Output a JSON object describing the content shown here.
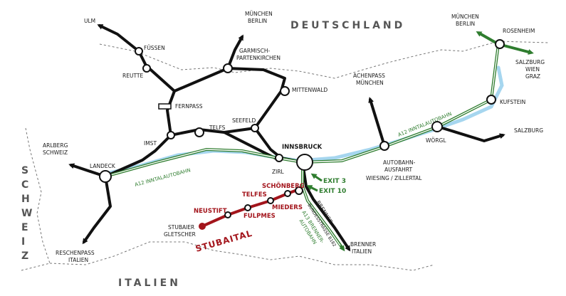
{
  "countries": {
    "north": "DEUTSCHLAND",
    "west": "SCHWEIZ",
    "south": "ITALIEN"
  },
  "cities": {
    "ulm": "ULM",
    "fuessen": "FÜSSEN",
    "reutte": "REUTTE",
    "muenchen_berlin_nw_1": "MÜNCHEN",
    "muenchen_berlin_nw_2": "BERLIN",
    "garmisch_1": "GARMISCH-",
    "garmisch_2": "PARTENKIRCHEN",
    "mittenwald": "MITTENWALD",
    "fernpass": "FERNPASS",
    "seefeld": "SEEFELD",
    "telfs": "TELFS",
    "imst": "IMST",
    "landeck": "LANDECK",
    "arlberg_1": "ARLBERG",
    "arlberg_2": "SCHWEIZ",
    "reschenpass_1": "RESCHENPASS",
    "reschenpass_2": "ITALIEN",
    "zirl": "ZIRL",
    "innsbruck": "INNSBRUCK",
    "achenpass_1": "ACHENPASS",
    "achenpass_2": "MÜNCHEN",
    "autobahn_1": "AUTOBAHN-",
    "autobahn_2": "AUSFAHRT",
    "autobahn_3": "WIESING / ZILLERTAL",
    "woergl": "WÖRGL",
    "kufstein": "KUFSTEIN",
    "salzburg": "SALZBURG",
    "rosenheim": "ROSENHEIM",
    "muenchen_berlin_ne_1": "MÜNCHEN",
    "muenchen_berlin_ne_2": "BERLIN",
    "salzburg_wien_graz_1": "SALZBURG",
    "salzburg_wien_graz_2": "WIEN",
    "salzburg_wien_graz_3": "GRAZ",
    "brenner_1": "BRENNER",
    "brenner_2": "ITALIEN",
    "stubaier_1": "STUBAIER",
    "stubaier_2": "GLETSCHER"
  },
  "stubaital": {
    "neustift": "NEUSTIFT",
    "fulpmes": "FULPMES",
    "mieders": "MIEDERS",
    "telfes": "TELFES",
    "schoenberg": "SCHÖNBERG",
    "valley": "STUBAITAL"
  },
  "highways": {
    "a12_west": "A12 INNTALAUTOBAHN",
    "a12_east": "A12 INNTALAUTOBAHN",
    "a13_1": "A13 BRENNER-",
    "a13_2": "AUTOBAHN",
    "b182_1": "BRENNER",
    "b182_2": "BUNDESSTRASSE B182",
    "exit3": "EXIT 3",
    "exit10": "EXIT 10"
  },
  "colors": {
    "road": "#111111",
    "autobahn": "#2f7d2f",
    "stubaital": "#a3151c",
    "river": "#a6d6ef",
    "border": "#777777"
  }
}
